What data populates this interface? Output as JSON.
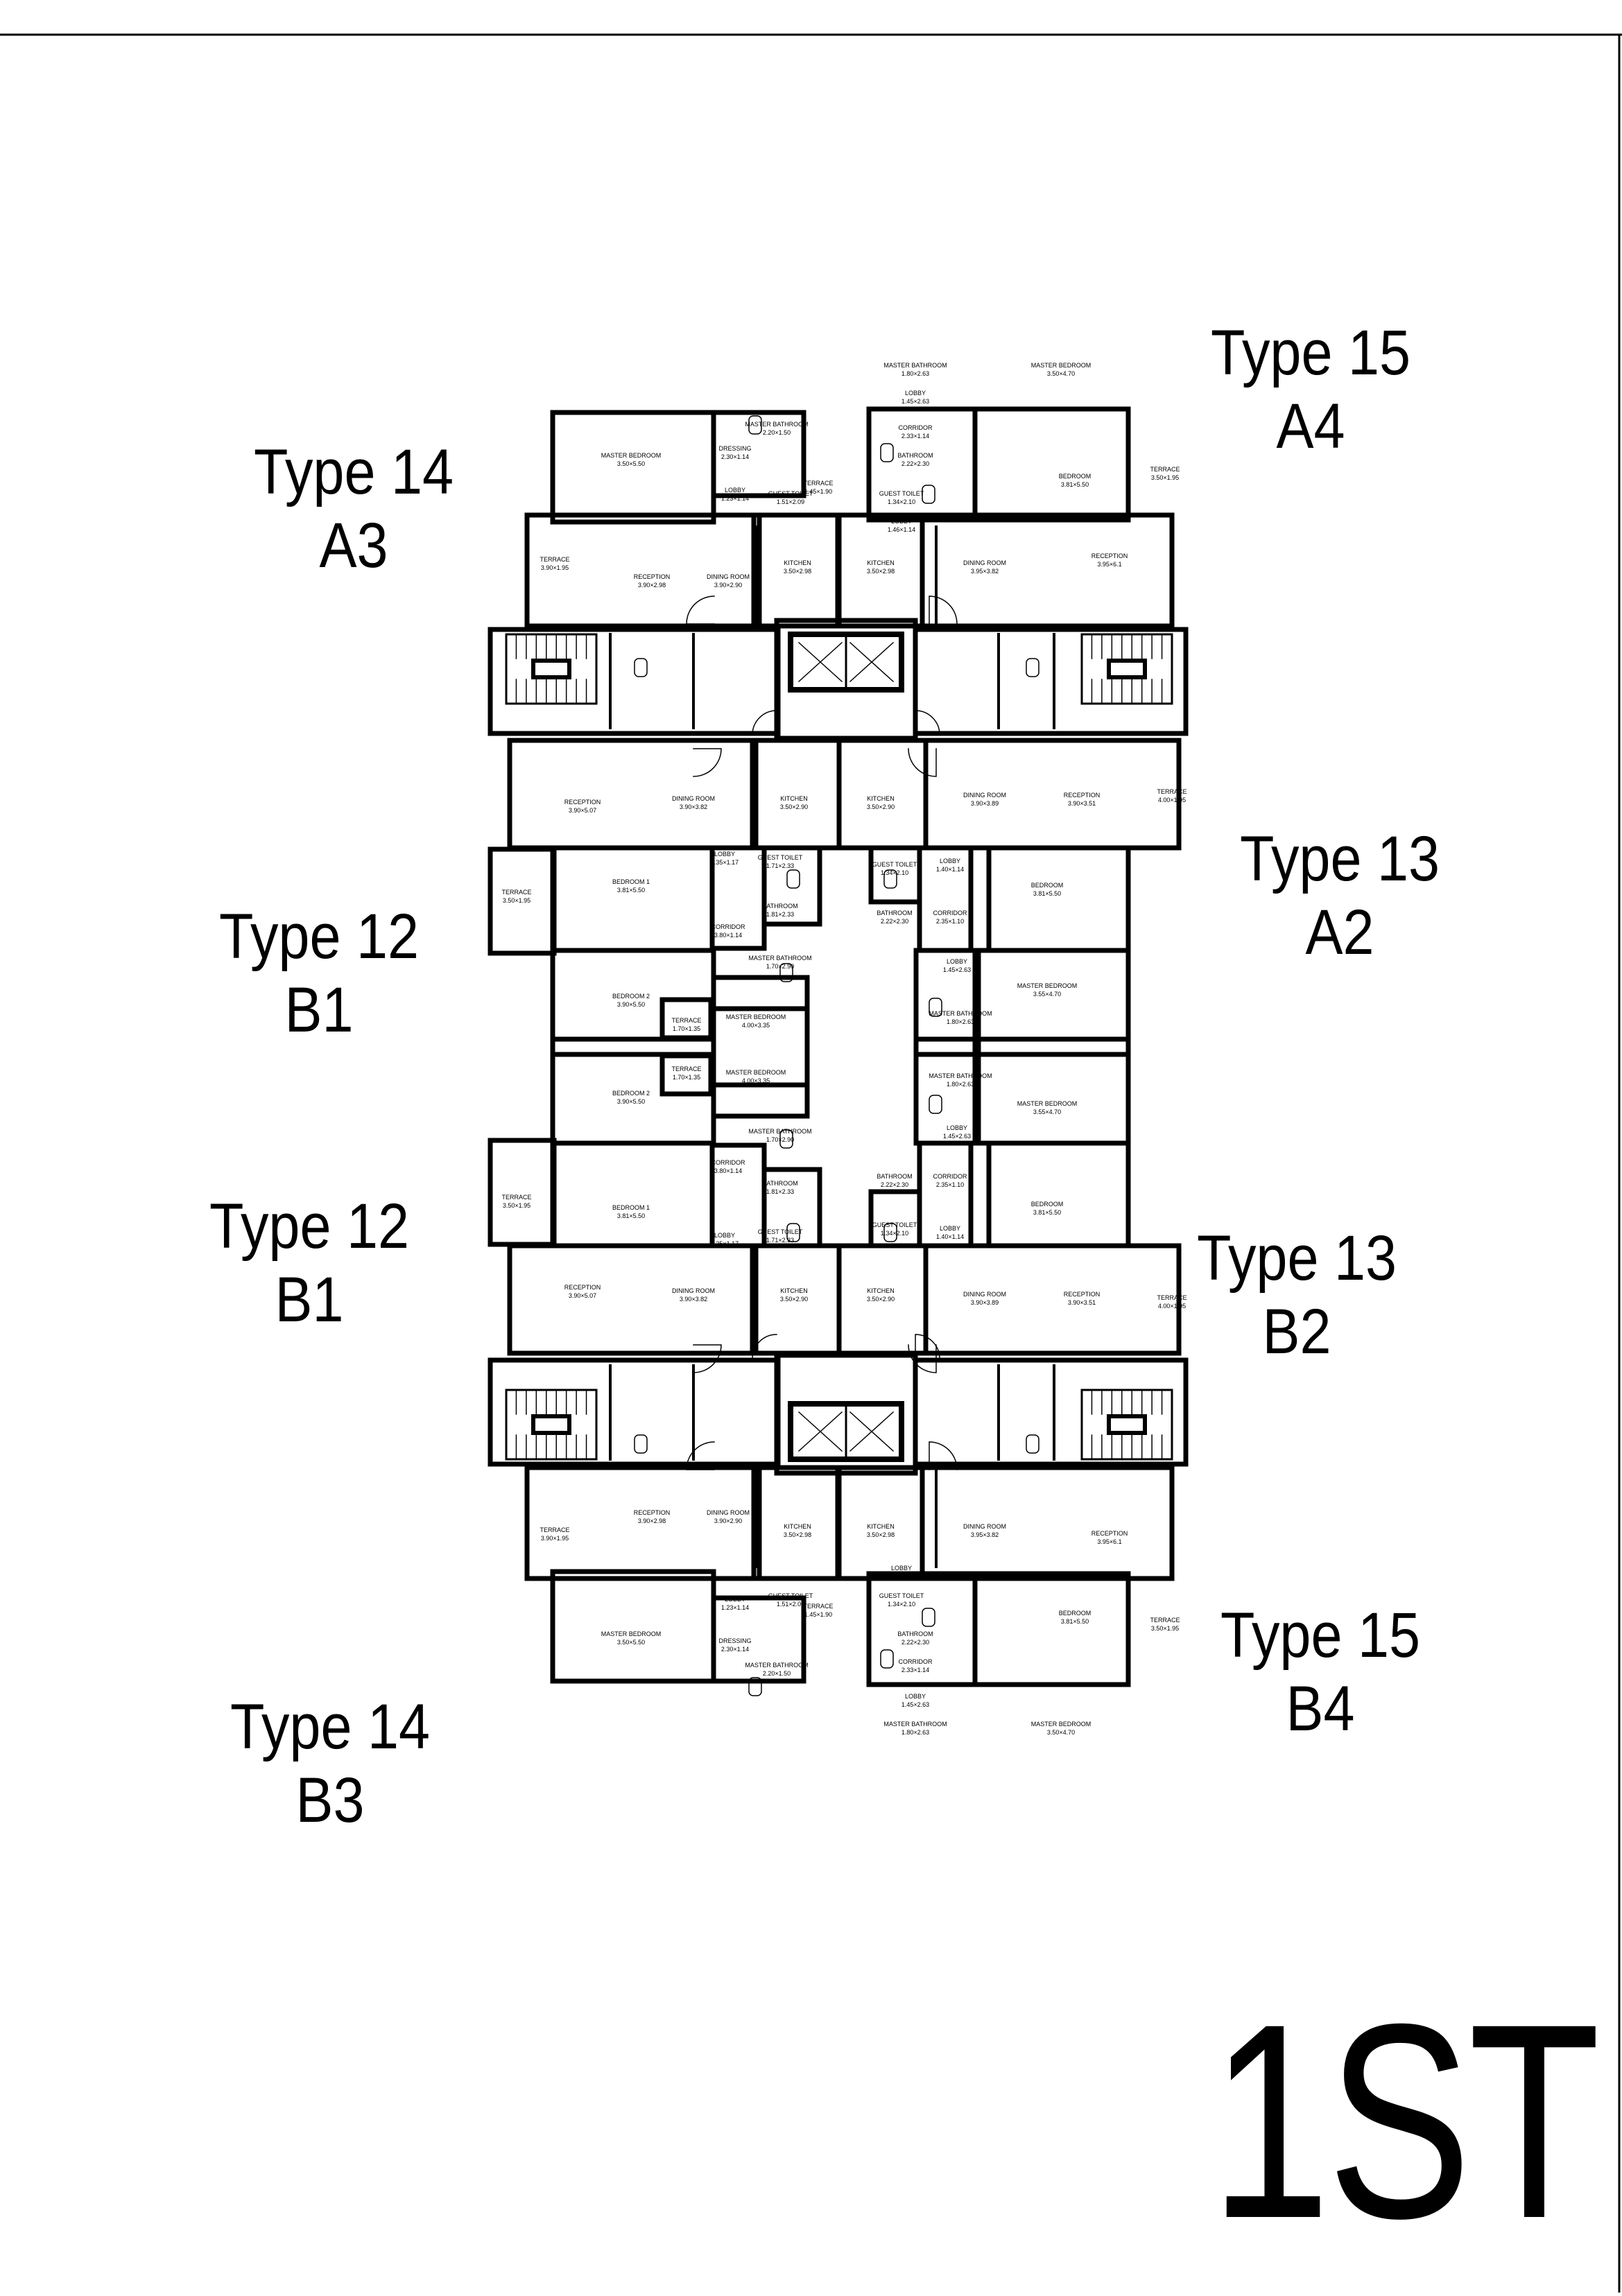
{
  "floor_label": "1ST",
  "unit_labels": [
    {
      "type": "Type 14",
      "code": "A3"
    },
    {
      "type": "Type 15",
      "code": "A4"
    },
    {
      "type": "Type 12",
      "code": "B1"
    },
    {
      "type": "Type 13",
      "code": "A2"
    },
    {
      "type": "Type 12",
      "code": "B1"
    },
    {
      "type": "Type 13",
      "code": "B2"
    },
    {
      "type": "Type 14",
      "code": "B3"
    },
    {
      "type": "Type 15",
      "code": "B4"
    }
  ],
  "rooms": [
    {
      "name": "MASTER BEDROOM",
      "size": "3.50×5.50"
    },
    {
      "name": "DRESSING",
      "size": "2.30×1.14"
    },
    {
      "name": "MASTER BATHROOM",
      "size": "2.20×1.50"
    },
    {
      "name": "LOBBY",
      "size": "1.23×1.14"
    },
    {
      "name": "GUEST TOILET",
      "size": "1.51×2.09"
    },
    {
      "name": "TERRACE",
      "size": "1.45×1.90"
    },
    {
      "name": "TERRACE",
      "size": "3.90×1.95"
    },
    {
      "name": "RECEPTION",
      "size": "3.90×2.98"
    },
    {
      "name": "DINING ROOM",
      "size": "3.90×2.90"
    },
    {
      "name": "KITCHEN",
      "size": "3.50×2.98"
    },
    {
      "name": "MASTER BATHROOM",
      "size": "1.80×2.63"
    },
    {
      "name": "MASTER BEDROOM",
      "size": "3.50×4.70"
    },
    {
      "name": "LOBBY",
      "size": "1.45×2.63"
    },
    {
      "name": "CORRIDOR",
      "size": "2.33×1.14"
    },
    {
      "name": "BATHROOM",
      "size": "2.22×2.30"
    },
    {
      "name": "BEDROOM",
      "size": "3.81×5.50"
    },
    {
      "name": "TERRACE",
      "size": "3.50×1.95"
    },
    {
      "name": "GUEST TOILET",
      "size": "1.34×2.10"
    },
    {
      "name": "LOBBY",
      "size": "1.46×1.14"
    },
    {
      "name": "KITCHEN",
      "size": "3.50×2.98"
    },
    {
      "name": "DINING ROOM",
      "size": "3.95×3.82"
    },
    {
      "name": "RECEPTION",
      "size": "3.95×6.1"
    },
    {
      "name": "RECEPTION",
      "size": "3.90×5.07"
    },
    {
      "name": "DINING ROOM",
      "size": "3.90×3.82"
    },
    {
      "name": "KITCHEN",
      "size": "3.50×2.90"
    },
    {
      "name": "LOBBY",
      "size": "1.35×1.17"
    },
    {
      "name": "GUEST TOILET",
      "size": "1.71×2.33"
    },
    {
      "name": "TERRACE",
      "size": "3.50×1.95"
    },
    {
      "name": "BEDROOM 1",
      "size": "3.81×5.50"
    },
    {
      "name": "BATHROOM",
      "size": "1.81×2.33"
    },
    {
      "name": "CORRIDOR",
      "size": "3.80×1.14"
    },
    {
      "name": "MASTER BATHROOM",
      "size": "1.70×2.90"
    },
    {
      "name": "BEDROOM 2",
      "size": "3.90×5.50"
    },
    {
      "name": "MASTER BEDROOM",
      "size": "4.00×3.35"
    },
    {
      "name": "TERRACE",
      "size": "1.70×1.35"
    },
    {
      "name": "KITCHEN",
      "size": "3.50×2.90"
    },
    {
      "name": "DINING ROOM",
      "size": "3.90×3.89"
    },
    {
      "name": "RECEPTION",
      "size": "3.90×3.51"
    },
    {
      "name": "TERRACE",
      "size": "4.00×1.95"
    },
    {
      "name": "LOBBY",
      "size": "1.40×1.14"
    },
    {
      "name": "GUEST TOILET",
      "size": "1.34×2.10"
    },
    {
      "name": "BEDROOM",
      "size": "3.81×5.50"
    },
    {
      "name": "CORRIDOR",
      "size": "2.35×1.10"
    },
    {
      "name": "BATHROOM",
      "size": "2.22×2.30"
    },
    {
      "name": "LOBBY",
      "size": "1.45×2.63"
    },
    {
      "name": "MASTER BEDROOM",
      "size": "3.55×4.70"
    },
    {
      "name": "MASTER BATHROOM",
      "size": "1.80×2.63"
    }
  ]
}
